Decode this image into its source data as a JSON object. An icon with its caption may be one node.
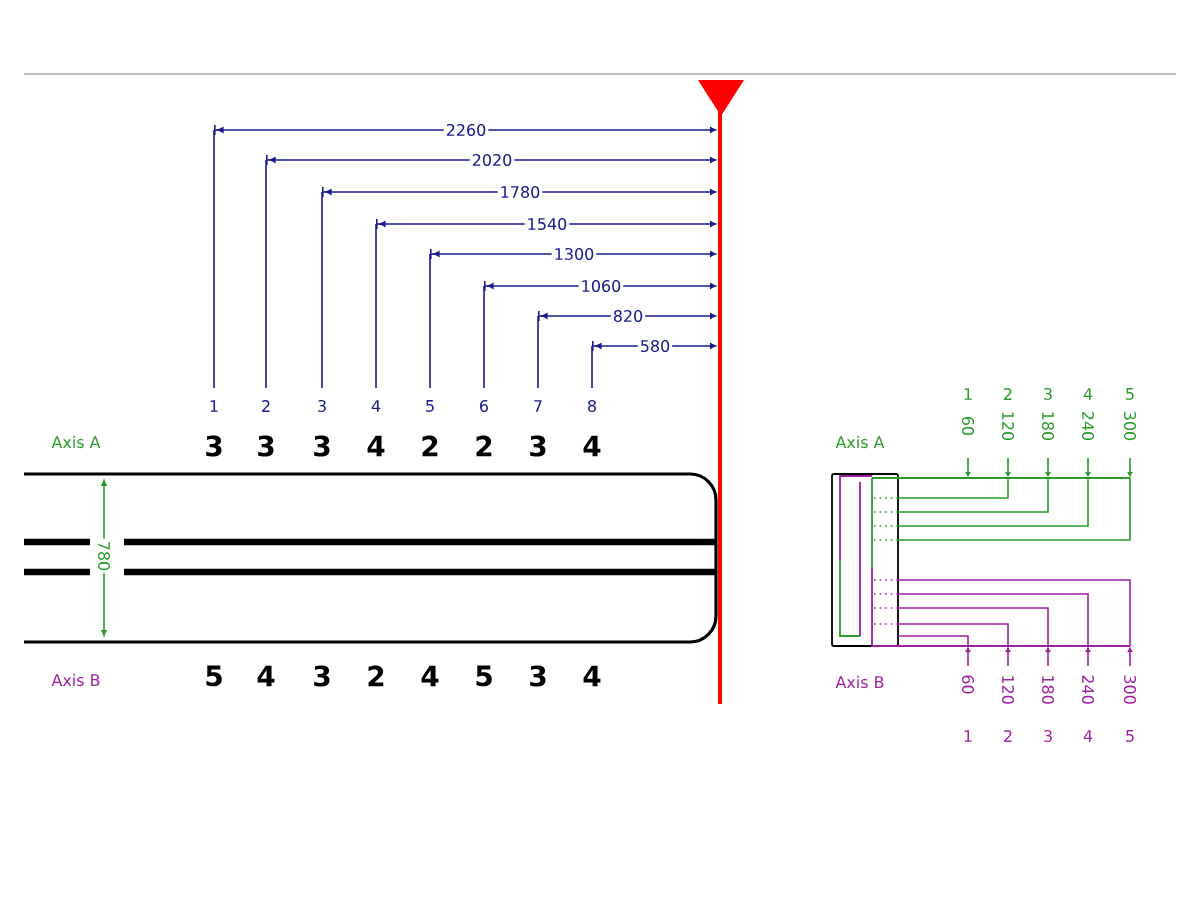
{
  "diagram": {
    "labels": [
      "2260",
      "2020",
      "1780",
      "1540",
      "1300",
      "1060",
      "820",
      "580",
      "1",
      "2",
      "3",
      "4",
      "5",
      "6",
      "7",
      "8",
      "Axis A",
      "3",
      "3",
      "3",
      "4",
      "2",
      "2",
      "3",
      "4",
      "780",
      "Axis B",
      "5",
      "4",
      "3",
      "2",
      "4",
      "5",
      "3",
      "4",
      "1",
      "2",
      "3",
      "4",
      "5",
      "60",
      "120",
      "180",
      "240",
      "300",
      "Axis A",
      "Axis B",
      "60",
      "120",
      "180",
      "240",
      "300",
      "1",
      "2",
      "3",
      "4",
      "5"
    ]
  }
}
